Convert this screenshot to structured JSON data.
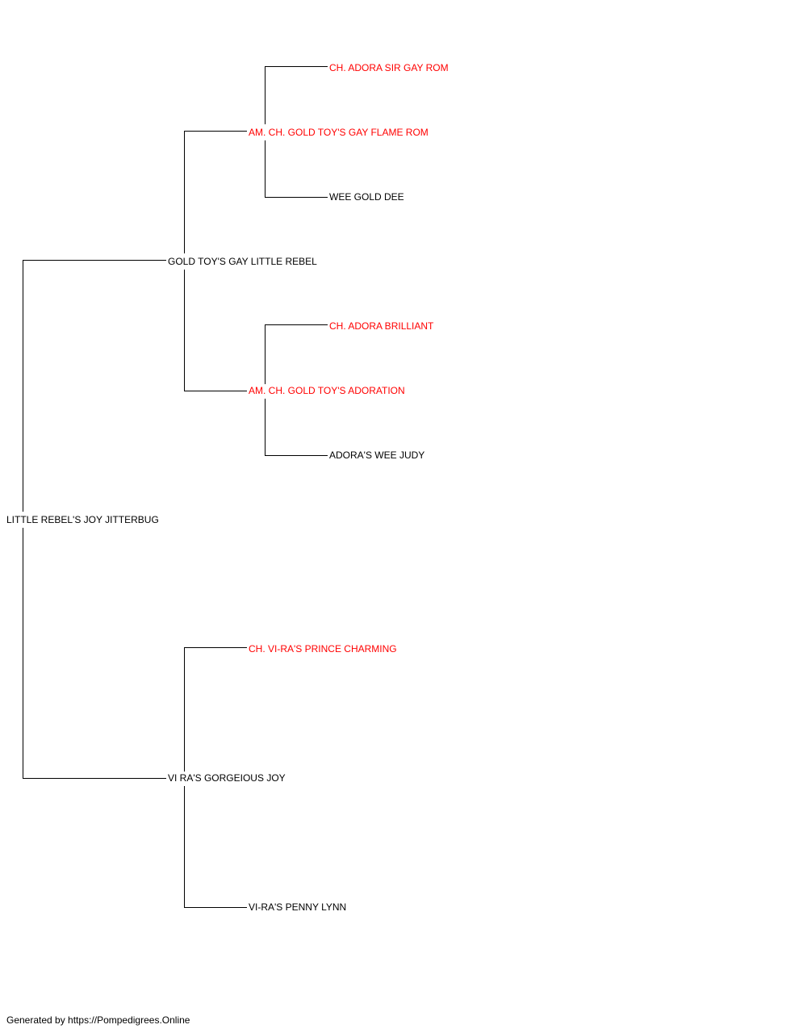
{
  "colors": {
    "champion": "#ff0000",
    "regular": "#000000",
    "connector": "#000000"
  },
  "pedigree": {
    "subject": {
      "name": "LITTLE REBEL'S JOY JITTERBUG",
      "champion": false
    },
    "sire": {
      "name": "GOLD TOY'S GAY LITTLE REBEL",
      "champion": false,
      "sire": {
        "name": "AM. CH. GOLD TOY'S GAY FLAME ROM",
        "champion": true,
        "sire": {
          "name": "CH. ADORA SIR GAY ROM",
          "champion": true
        },
        "dam": {
          "name": "WEE GOLD DEE",
          "champion": false
        }
      },
      "dam": {
        "name": "AM. CH. GOLD TOY'S ADORATION",
        "champion": true,
        "sire": {
          "name": "CH. ADORA BRILLIANT",
          "champion": true
        },
        "dam": {
          "name": "ADORA'S WEE JUDY",
          "champion": false
        }
      }
    },
    "dam": {
      "name": "VI RA'S GORGEIOUS JOY",
      "champion": false,
      "sire": {
        "name": "CH. VI-RA'S PRINCE CHARMING",
        "champion": true
      },
      "dam": {
        "name": "VI-RA'S PENNY LYNN",
        "champion": false
      }
    }
  },
  "footer": {
    "text": "Generated by https://Pompedigrees.Online"
  }
}
